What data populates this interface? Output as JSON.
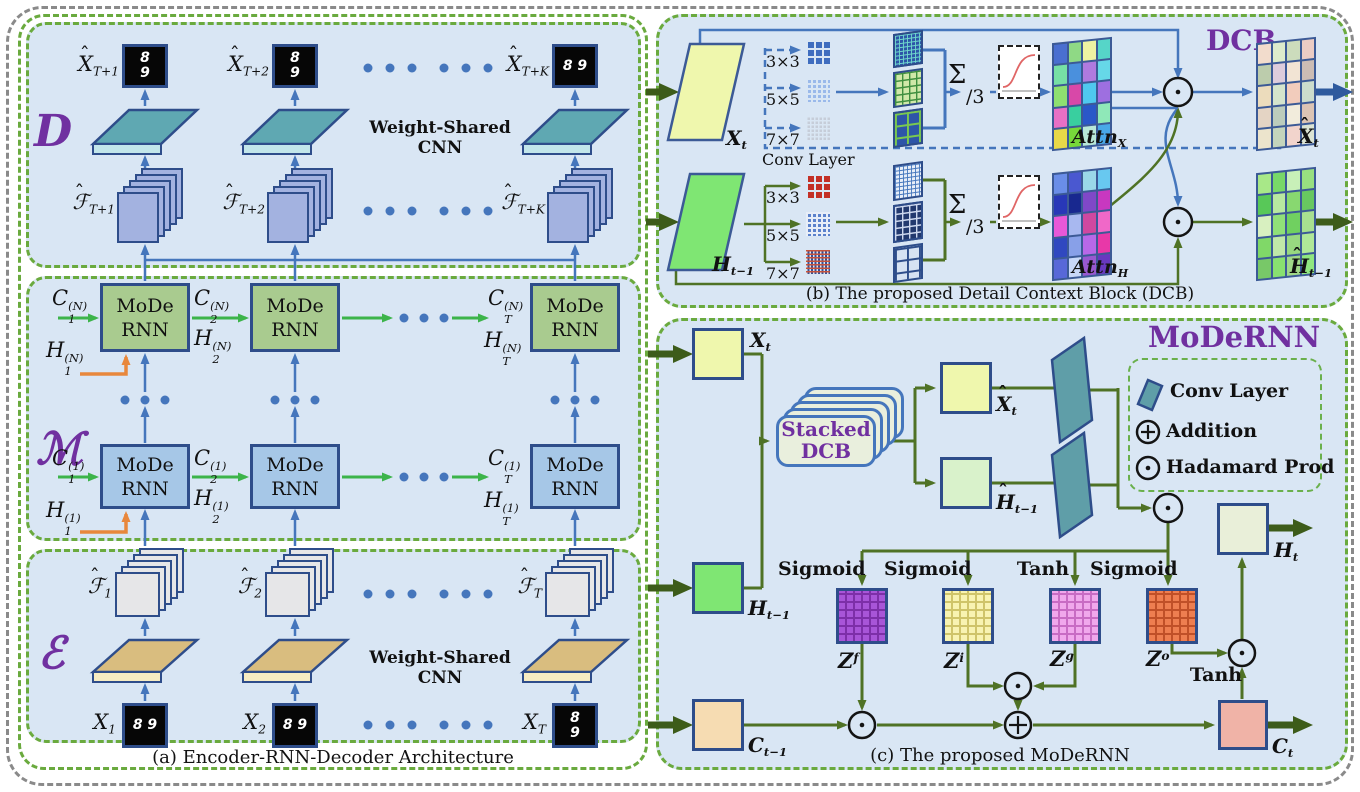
{
  "colors": {
    "panel_fill": "#d9e6f4",
    "panel_border": "#6aaa3e",
    "outer_border": "#8a8a8a",
    "blue": "#4576bc",
    "navy": "#2e4d8a",
    "bright_green": "#3cb44a",
    "olive": "#4f7225",
    "dark_olive": "#3d5c1a",
    "orange": "#e8873c",
    "purple": "#7030a0",
    "thick_blue": "#2e5a9e",
    "mode_green": "#a9cb8f",
    "mode_blue": "#a6c7e7",
    "teal_slab": "#5fa8b2",
    "teal_edge": "#c2e6ea",
    "tan_slab": "#d9bd7f",
    "tan_edge": "#f7ecc2",
    "dec_stack": "#a3b2e0",
    "enc_stack": "#e6e6e8",
    "xt_yellow": "#eff7ad",
    "h_green": "#7fe673",
    "c_tan": "#f6dcb2",
    "ct_pink": "#f0b3a7",
    "ht_pale": "#e9efd9",
    "hhat_pale": "#d9f2cb"
  },
  "panel_a": {
    "caption": "(a) Encoder-RNN-Decoder Architecture",
    "decoder": {
      "letter": "D",
      "weight_shared": "Weight-Shared CNN",
      "outputs": [
        {
          "hat": true,
          "base": "X",
          "sub": "T+1",
          "digits": "8\n9"
        },
        {
          "hat": true,
          "base": "X",
          "sub": "T+2",
          "digits": "8\n9"
        },
        {
          "hat": true,
          "base": "X",
          "sub": "T+K",
          "digits": "8 9"
        }
      ],
      "features": [
        {
          "hat": true,
          "base": "ℱ",
          "sub": "T+1"
        },
        {
          "hat": true,
          "base": "ℱ",
          "sub": "T+2"
        },
        {
          "hat": true,
          "base": "ℱ",
          "sub": "T+K"
        }
      ]
    },
    "rnn": {
      "letter": "ℳ",
      "cell_line1": "MoDe",
      "cell_line2": "RNN",
      "c_top": [
        {
          "base": "C",
          "sub": "1",
          "sup": "(N)"
        },
        {
          "base": "C",
          "sub": "2",
          "sup": "(N)"
        },
        {
          "base": "C",
          "sub": "T",
          "sup": "(N)"
        }
      ],
      "h_top": [
        {
          "base": "H",
          "sub": "1",
          "sup": "(N)"
        },
        {
          "base": "H",
          "sub": "2",
          "sup": "(N)"
        },
        {
          "base": "H",
          "sub": "T",
          "sup": "(N)"
        }
      ],
      "c_bot": [
        {
          "base": "C",
          "sub": "1",
          "sup": "(1)"
        },
        {
          "base": "C",
          "sub": "2",
          "sup": "(1)"
        },
        {
          "base": "C",
          "sub": "T",
          "sup": "(1)"
        }
      ],
      "h_bot": [
        {
          "base": "H",
          "sub": "1",
          "sup": "(1)"
        },
        {
          "base": "H",
          "sub": "2",
          "sup": "(1)"
        },
        {
          "base": "H",
          "sub": "T",
          "sup": "(1)"
        }
      ]
    },
    "encoder": {
      "letter": "ℰ",
      "weight_shared": "Weight-Shared CNN",
      "features": [
        {
          "hat": true,
          "base": "ℱ",
          "sub": "1"
        },
        {
          "hat": true,
          "base": "ℱ",
          "sub": "2"
        },
        {
          "hat": true,
          "base": "ℱ",
          "sub": "T"
        }
      ],
      "inputs": [
        {
          "base": "X",
          "sub": "1",
          "digits": "8 9"
        },
        {
          "base": "X",
          "sub": "2",
          "digits": "8 9"
        },
        {
          "base": "X",
          "sub": "T",
          "digits": "8\n9"
        }
      ]
    }
  },
  "panel_b": {
    "caption": "(b) The proposed Detail Context Block (DCB)",
    "title": "DCB",
    "conv_layer_label": "Conv Layer",
    "kernel_sizes": [
      "3×3",
      "5×5",
      "7×7"
    ],
    "sum_symbol": "Σ",
    "divide_label": "/3",
    "x_stream": {
      "input": {
        "base": "X",
        "sub": "t"
      },
      "attn": {
        "base": "Attn",
        "sub": "X"
      },
      "output": {
        "hat": true,
        "base": "X",
        "sub": "t"
      },
      "attn_cells": [
        "#4a6fd0",
        "#8fd985",
        "#eef2a2",
        "#56d5c8",
        "#77e0a5",
        "#4a90dd",
        "#b07adf",
        "#66d8e8",
        "#8fe070",
        "#d848a8",
        "#4fc8ef",
        "#9e6fe0",
        "#e870c5",
        "#39cf9f",
        "#2a58c8",
        "#8fe8b8",
        "#e8d848",
        "#77d83a",
        "#b8e8d8",
        "#49a8e8"
      ],
      "out_cells": [
        "#f2dccc",
        "#dcebcc",
        "#ccdcbc",
        "#ecccc4",
        "#bcccac",
        "#dcccdc",
        "#f2e4d4",
        "#ccbcb4",
        "#ecdcbc",
        "#d4e4cc",
        "#f2ccbc",
        "#ccdccc",
        "#e4d4c4",
        "#bcccbc",
        "#f2ecdc",
        "#dcc4b4",
        "#ece4cc",
        "#c4d4bc",
        "#f2d4cc",
        "#dce4d4"
      ]
    },
    "h_stream": {
      "input": {
        "base": "H",
        "sub": "t−1"
      },
      "attn": {
        "base": "Attn",
        "sub": "H"
      },
      "output": {
        "hat": true,
        "base": "H",
        "sub": "t−1"
      },
      "attn_cells": [
        "#6a8ee8",
        "#4a58d0",
        "#9ad8e8",
        "#68c8f0",
        "#2838b8",
        "#18288f",
        "#8048c8",
        "#c838c0",
        "#e858d8",
        "#a8b8f0",
        "#d048a0",
        "#f068c8",
        "#3048c0",
        "#88a0e8",
        "#b868e8",
        "#e838a8",
        "#5868d8",
        "#c8d8f8",
        "#9858d0",
        "#6838c0"
      ],
      "out_cells": [
        "#a8e888",
        "#78d868",
        "#c8f0b8",
        "#98e080",
        "#58c858",
        "#b8e8a0",
        "#88d870",
        "#68c860",
        "#d8f0c0",
        "#90e078",
        "#70d060",
        "#a8e090",
        "#80d868",
        "#c0e8a8",
        "#98d880",
        "#b0e898",
        "#78c868",
        "#88e070",
        "#a0d888",
        "#90e880"
      ]
    }
  },
  "panel_c": {
    "caption": "(c) The proposed MoDeRNN",
    "title": "MoDeRNN",
    "stacked_dcb_line1": "Stacked",
    "stacked_dcb_line2": "DCB",
    "inputs": {
      "x": {
        "base": "X",
        "sub": "t"
      },
      "h": {
        "base": "H",
        "sub": "t−1"
      },
      "c": {
        "base": "C",
        "sub": "t−1"
      }
    },
    "dcb_outputs": {
      "xhat": {
        "hat": true,
        "base": "X",
        "sub": "t"
      },
      "hhat": {
        "hat": true,
        "base": "H",
        "sub": "t−1"
      }
    },
    "gates": [
      {
        "activation": "Sigmoid",
        "symbol": {
          "base": "Z",
          "sup": "f"
        },
        "fill": "#a855d8",
        "line": "#7d2fa8"
      },
      {
        "activation": "Sigmoid",
        "symbol": {
          "base": "Z",
          "sup": "i"
        },
        "fill": "#f8f3b2",
        "line": "#cfc46a"
      },
      {
        "activation": "Tanh",
        "symbol": {
          "base": "Z",
          "sup": "g"
        },
        "fill": "#f0a8ec",
        "line": "#c86cc4"
      },
      {
        "activation": "Sigmoid",
        "symbol": {
          "base": "Z",
          "sup": "o"
        },
        "fill": "#ee7e50",
        "line": "#c05028"
      }
    ],
    "tanh_label": "Tanh",
    "outputs": {
      "h": {
        "base": "H",
        "sub": "t"
      },
      "c": {
        "base": "C",
        "sub": "t"
      }
    },
    "legend": [
      {
        "icon": "conv-slab",
        "label": "Conv Layer"
      },
      {
        "icon": "addition",
        "label": "Addition"
      },
      {
        "icon": "hadamard",
        "label": "Hadamard Prod"
      }
    ]
  }
}
